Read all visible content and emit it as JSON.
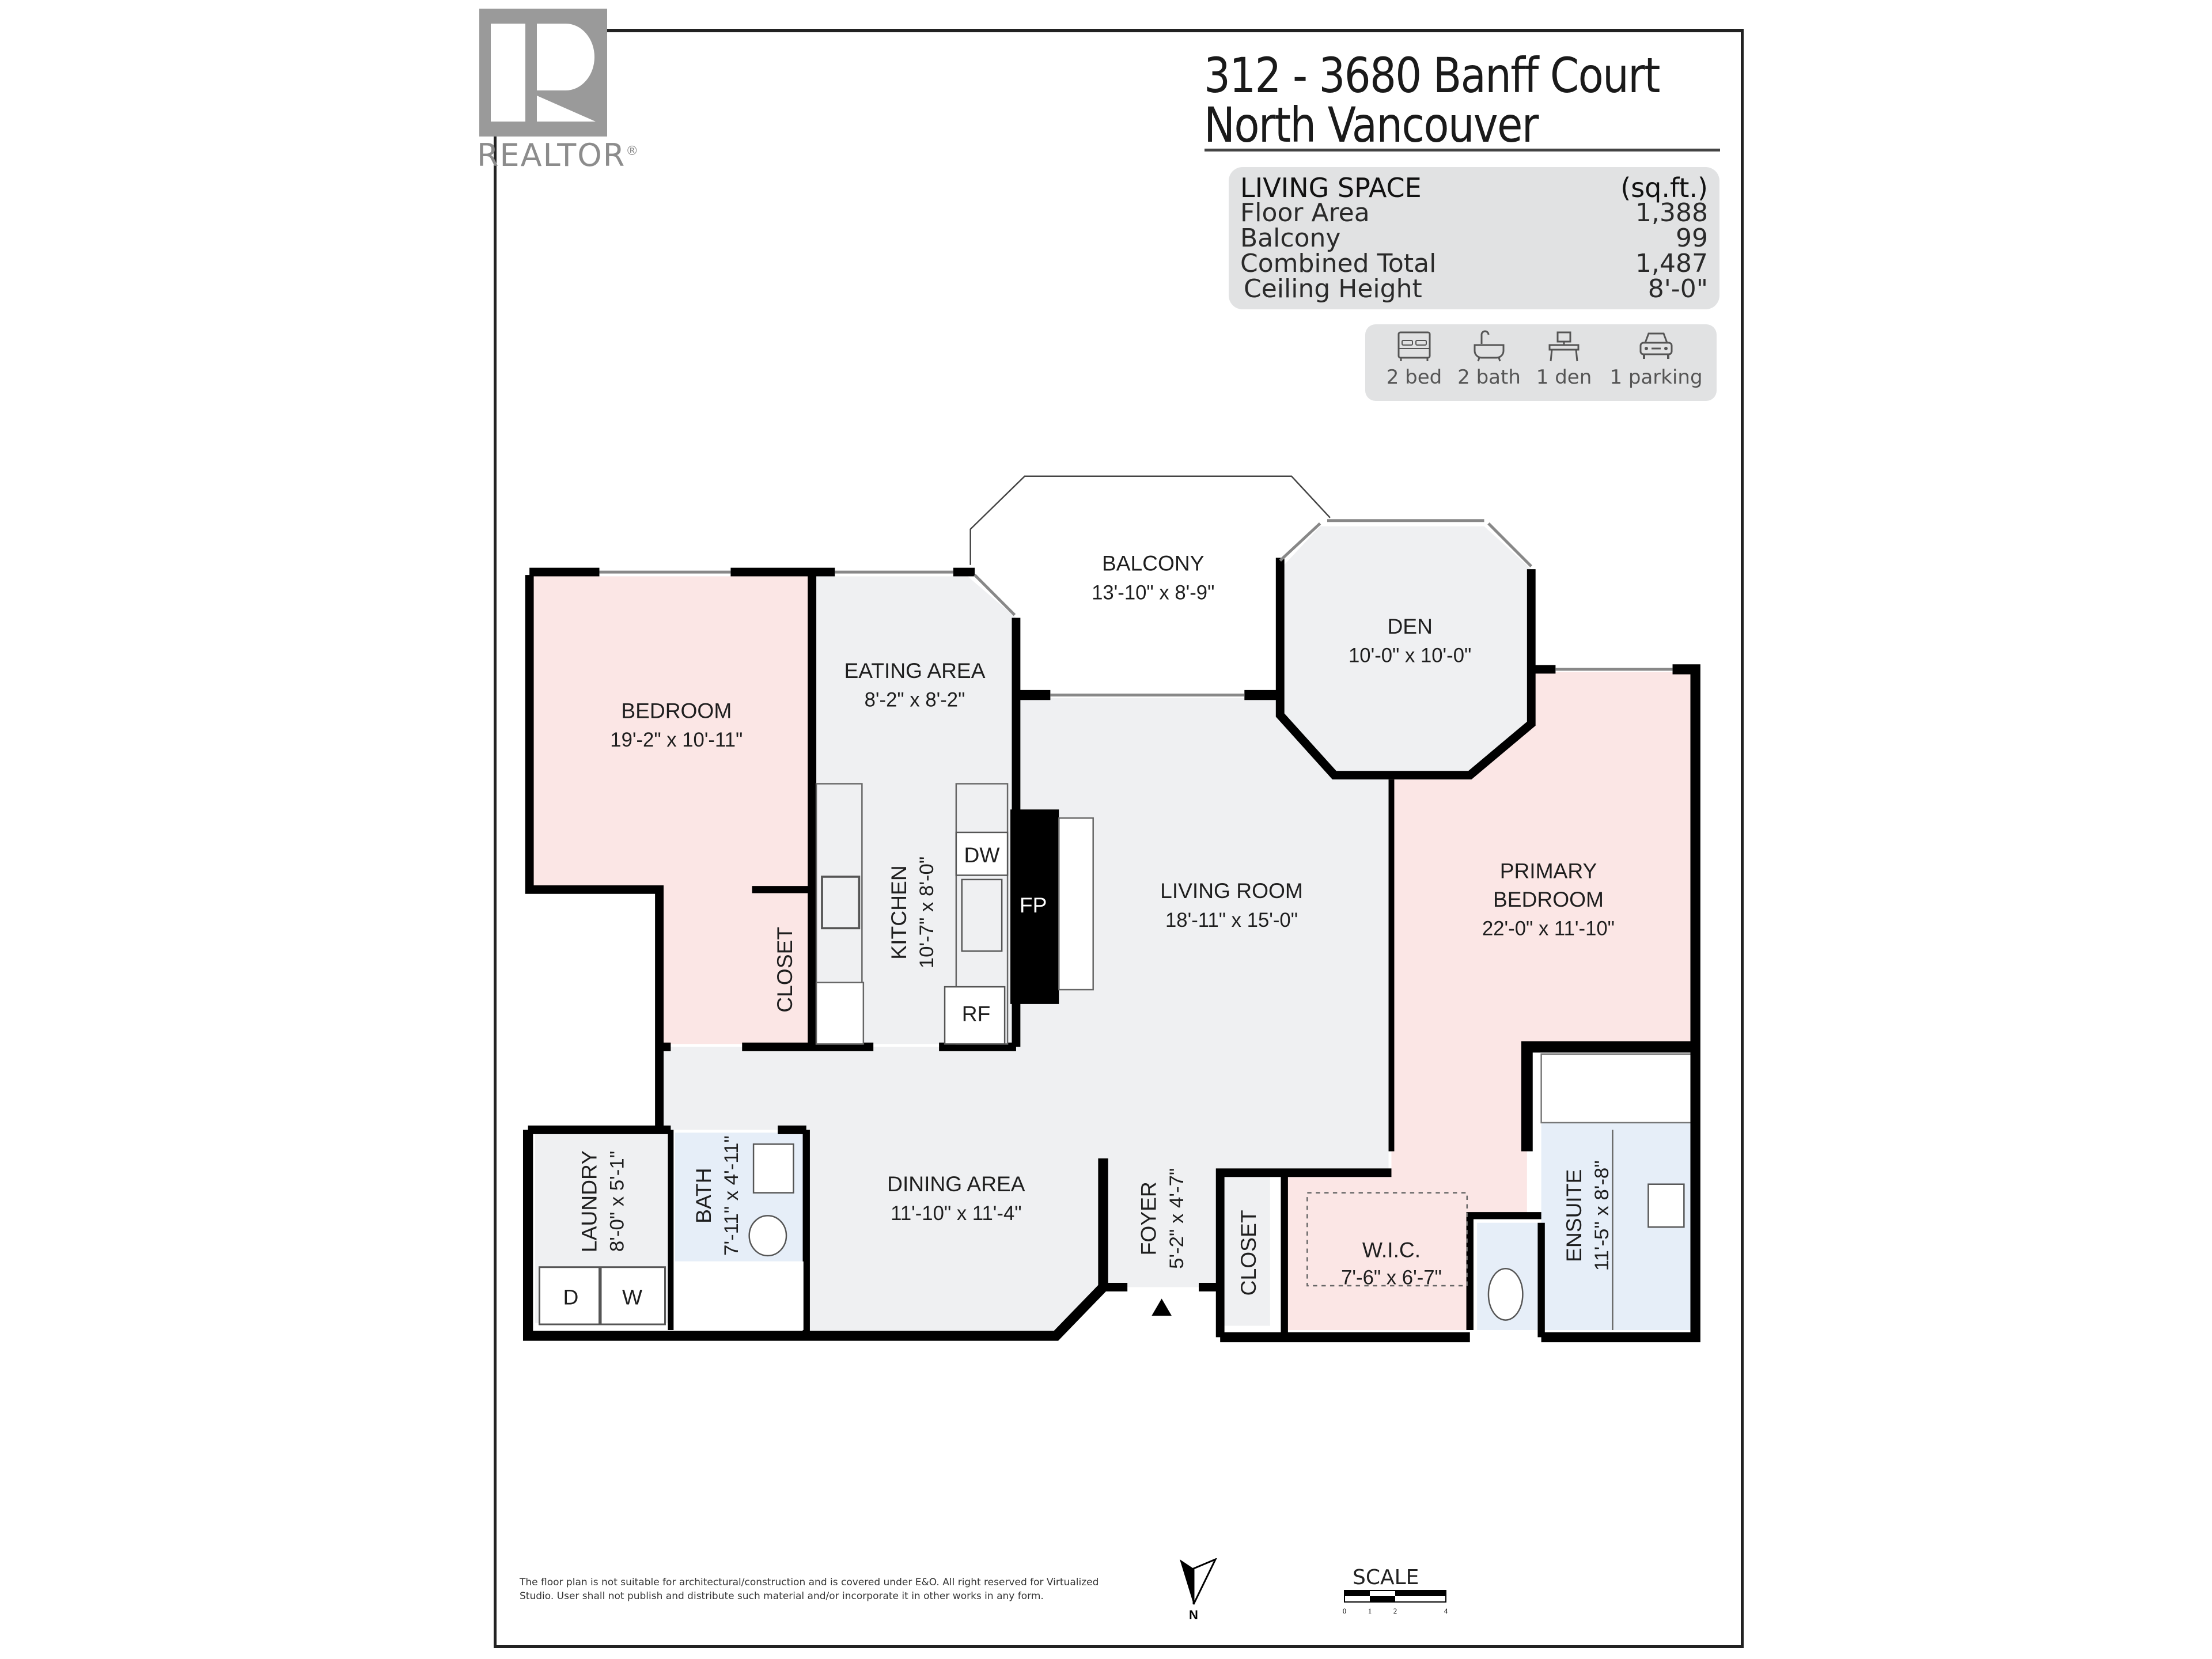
{
  "header": {
    "address_line1": "312 - 3680 Banff Court",
    "address_line2": "North Vancouver",
    "logo_text": "REALTOR",
    "logo_mark": "®"
  },
  "living_space": {
    "heading": "LIVING SPACE",
    "unit": "(sq.ft.)",
    "rows": [
      {
        "label": "Floor Area",
        "value": "1,388"
      },
      {
        "label": "Balcony",
        "value": "99"
      },
      {
        "label": "Combined Total",
        "value": "1,487"
      },
      {
        "label": "Ceiling Height",
        "value": "8'-0\""
      }
    ]
  },
  "features": [
    {
      "icon": "bed-icon",
      "label": "2 bed"
    },
    {
      "icon": "bathtub-icon",
      "label": "2 bath"
    },
    {
      "icon": "desk-icon",
      "label": "1 den"
    },
    {
      "icon": "car-icon",
      "label": "1 parking"
    }
  ],
  "rooms": {
    "bedroom": {
      "name": "BEDROOM",
      "size": "19'-2\" x 10'-11\""
    },
    "eating_area": {
      "name": "EATING AREA",
      "size": "8'-2\" x 8'-2\""
    },
    "balcony": {
      "name": "BALCONY",
      "size": "13'-10\" x 8'-9\""
    },
    "den": {
      "name": "DEN",
      "size": "10'-0\" x 10'-0\""
    },
    "kitchen": {
      "name": "KITCHEN",
      "size": "10'-7\" x 8'-0\""
    },
    "living_room": {
      "name": "LIVING ROOM",
      "size": "18'-11\" x 15'-0\""
    },
    "primary_bedroom": {
      "name_line1": "PRIMARY",
      "name_line2": "BEDROOM",
      "size": "22'-0\" x 11'-10\""
    },
    "closet_bedroom": {
      "name": "CLOSET"
    },
    "laundry": {
      "name": "LAUNDRY",
      "size": "8'-0\" x 5'-1\""
    },
    "bath": {
      "name": "BATH",
      "size": "7'-11\" x 4'-11\""
    },
    "dining_area": {
      "name": "DINING AREA",
      "size": "11'-10\" x 11'-4\""
    },
    "foyer": {
      "name": "FOYER",
      "size": "5'-2\" x 4'-7\""
    },
    "closet_foyer": {
      "name": "CLOSET"
    },
    "wic": {
      "name": "W.I.C.",
      "size": "7'-6\" x 6'-7\""
    },
    "ensuite": {
      "name": "ENSUITE",
      "size": "11'-5\" x 8'-8\""
    }
  },
  "fixtures": {
    "dishwasher": "DW",
    "fireplace": "FP",
    "refrigerator": "RF",
    "dryer": "D",
    "washer": "W"
  },
  "colors": {
    "bedroom_fill": "#fbe6e5",
    "common_fill": "#eff0f2",
    "bath_fill": "#e6eef8",
    "wall": "#000000",
    "panel_bg": "#e1e2e3"
  },
  "legend": {
    "north_label": "N",
    "scale_title": "SCALE",
    "scale_ticks": [
      "0",
      "1",
      "2",
      "4"
    ]
  },
  "disclaimer": "The floor plan is not suitable for architectural/construction and is covered under E&O. All right reserved for Virtualized Studio. User shall not publish and distribute such material and/or incorporate it in other works in any form."
}
